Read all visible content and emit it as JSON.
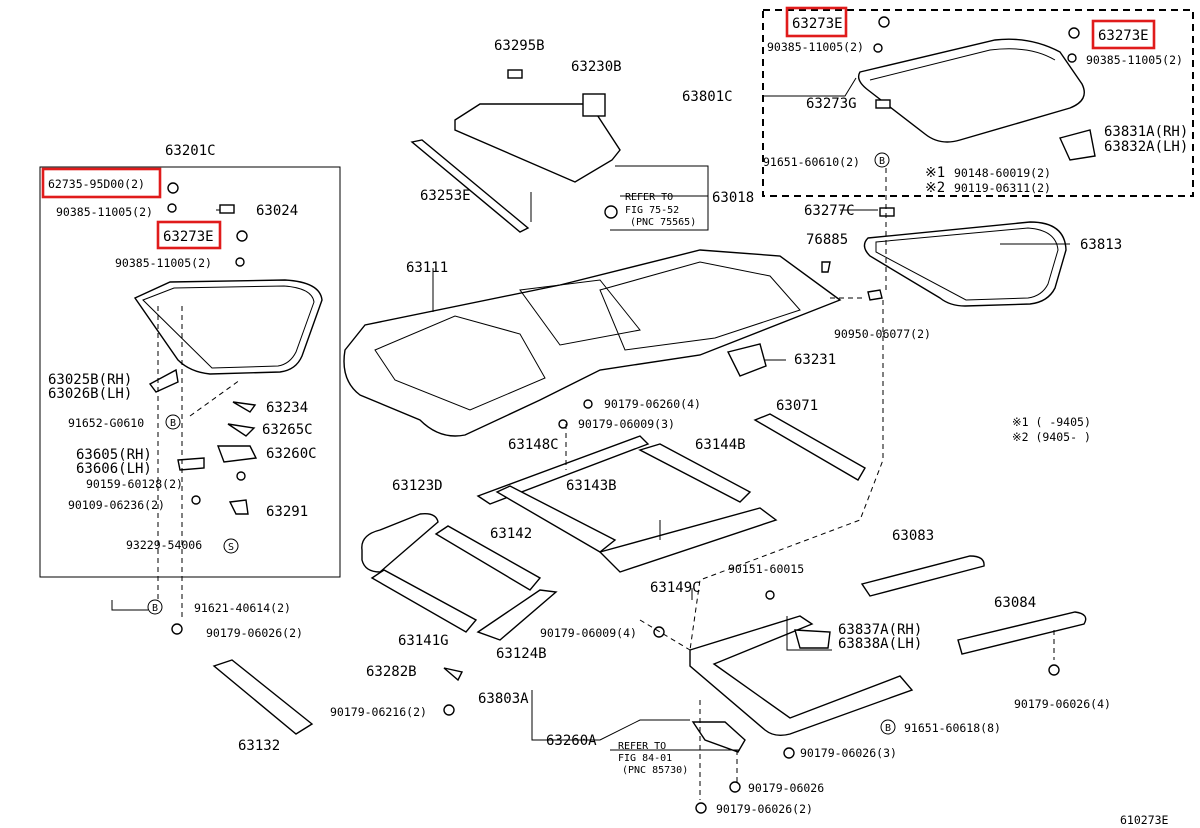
{
  "labels": {
    "l_63273e_a": "63273E",
    "l_90385_11005_2a": "90385-11005(2)",
    "l_63273e_b": "63273E",
    "l_90385_11005_2b": "90385-11005(2)",
    "l_63801c": "63801C",
    "l_63273g": "63273G",
    "l_63831a": "63831A(RH)",
    "l_63832a": "63832A(LH)",
    "l_91651_60610": "91651-60610(2)",
    "l_note1_part": "90148-60019(2)",
    "l_note2_part": "90119-06311(2)",
    "l_note1_mark": "※1",
    "l_note2_mark": "※2",
    "l_63295b": "63295B",
    "l_63230b": "63230B",
    "l_63018": "63018",
    "l_refer1": "REFER TO",
    "l_fig1": "FIG 75-52",
    "l_pnc1": "(PNC 75565)",
    "l_63253e": "63253E",
    "l_63201c": "63201C",
    "l_62735": "62735-95D00(2)",
    "l_90385_11005_2c": "90385-11005(2)",
    "l_63024": "63024",
    "l_63273e_c": "63273E",
    "l_90385_11005_2d": "90385-11005(2)",
    "l_63025b": "63025B(RH)",
    "l_63026b": "63026B(LH)",
    "l_91652": "91652-G0610",
    "l_63234": "63234",
    "l_63265c": "63265C",
    "l_63605": "63605(RH)",
    "l_63606": "63606(LH)",
    "l_63260c": "63260C",
    "l_90159": "90159-60128(2)",
    "l_90109": "90109-06236(2)",
    "l_63291": "63291",
    "l_93229": "93229-54006",
    "l_91621": "91621-40614(2)",
    "l_90179_06026_2": "90179-06026(2)",
    "l_63111": "63111",
    "l_63277c": "63277C",
    "l_76885": "76885",
    "l_63813": "63813",
    "l_90950": "90950-06077(2)",
    "l_63231": "63231",
    "l_90179_06260": "90179-06260(4)",
    "l_90179_06009_3": "90179-06009(3)",
    "l_63071": "63071",
    "l_note1_range": "※1 (      -9405)",
    "l_note2_range": "※2 (9405-      )",
    "l_63148c": "63148C",
    "l_63144b": "63144B",
    "l_63143b": "63143B",
    "l_63123d": "63123D",
    "l_63142": "63142",
    "l_63149c": "63149C",
    "l_63083": "63083",
    "l_90151": "90151-60015",
    "l_63084": "63084",
    "l_63141g": "63141G",
    "l_63124b": "63124B",
    "l_90179_06009_4": "90179-06009(4)",
    "l_63837a": "63837A(RH)",
    "l_63838a": "63838A(LH)",
    "l_63282b": "63282B",
    "l_63803a": "63803A",
    "l_90179_06026_4": "90179-06026(4)",
    "l_90179_06216": "90179-06216(2)",
    "l_91651_60618": "91651-60618(8)",
    "l_63132": "63132",
    "l_63260a": "63260A",
    "l_refer2": "REFER TO",
    "l_fig2": "FIG 84-01",
    "l_pnc2": "(PNC 85730)",
    "l_90179_06026_3": "90179-06026(3)",
    "l_90179_06026_a": "90179-06026",
    "l_90179_06026_2b": "90179-06026(2)",
    "l_ref": "610273E",
    "b_s": "S",
    "b_b1": "B",
    "b_b2": "B",
    "b_b3": "B",
    "b_b4": "B"
  },
  "highlight_color": "#e01b1b"
}
